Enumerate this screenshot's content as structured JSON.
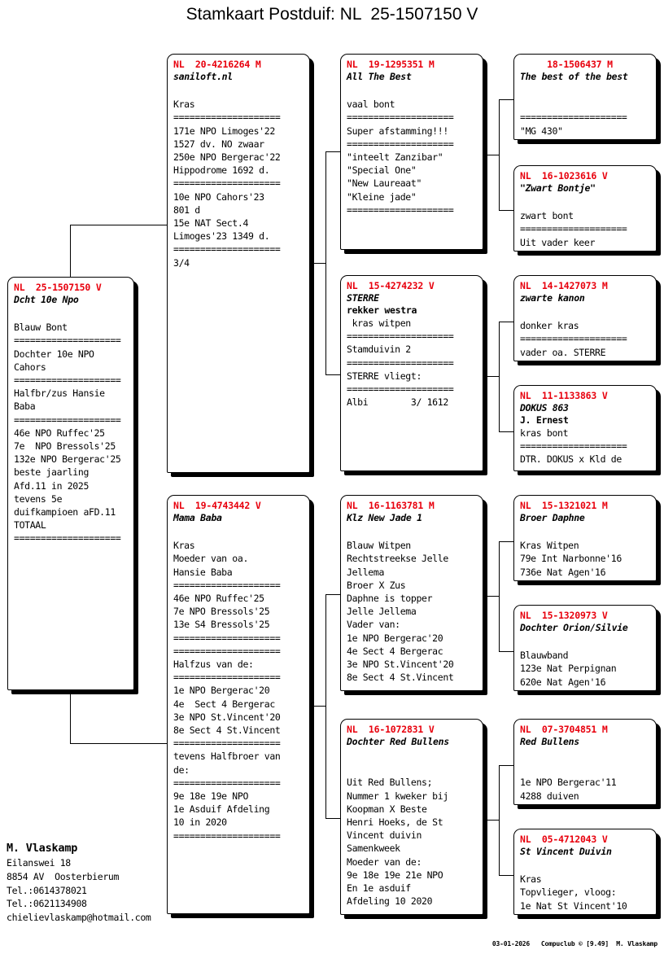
{
  "title": "Stamkaart Postduif: NL  25-1507150 V",
  "colors": {
    "ring_number": "#e8000d",
    "text": "#000000",
    "background": "#ffffff",
    "border": "#000000"
  },
  "subject": {
    "ring": "NL  25-1507150 V",
    "nickname": "Dcht 10e Npo",
    "details": "\nBlauw Bont\n====================\nDochter 10e NPO\nCahors\n====================\nHalfbr/zus Hansie\nBaba\n====================\n46e NPO Ruffec'25\n7e  NPO Bressols'25\n132e NPO Bergerac'25\nbeste jaarling\nAfd.11 in 2025\ntevens 5e\nduifkampioen aFD.11\nTOTAAL\n===================="
  },
  "generation2": [
    {
      "ring": "NL  20-4216264 M",
      "nickname": "saniloft.nl",
      "details": "\nKras\n====================\n171e NPO Limoges'22\n1527 dv. NO zwaar\n250e NPO Bergerac'22\nHippodrome 1692 d.\n====================\n10e NPO Cahors'23\n801 d\n15e NAT Sect.4\nLimoges'23 1349 d.\n====================\n3/4"
    },
    {
      "ring": "NL  19-4743442 V",
      "nickname": "Mama Baba",
      "details": "\nKras\nMoeder van oa.\nHansie Baba\n====================\n46e NPO Ruffec'25\n7e NPO Bressols'25\n13e S4 Bressols'25\n====================\n====================\nHalfzus van de:\n====================\n1e NPO Bergerac'20\n4e  Sect 4 Bergerac\n3e NPO St.Vincent'20\n8e Sect 4 St.Vincent\n====================\ntevens Halfbroer van\nde:\n====================\n9e 18e 19e NPO\n1e Asduif Afdeling\n10 in 2020\n===================="
    }
  ],
  "generation3": [
    {
      "ring": "NL  19-1295351 M",
      "nickname": "All The Best",
      "details": "\nvaal bont\n====================\nSuper afstamming!!!\n====================\n\"inteelt Zanzibar\"\n\"Special One\"\n\"New Laureaat\"\n\"Kleine jade\"\n===================="
    },
    {
      "ring": "NL  15-4274232 V",
      "nickname": "STERRE",
      "nickname2": "rekker westra",
      "details": " kras witpen\n====================\nStamduivin 2\n====================\nSTERRE vliegt:\n====================\nAlbi        3/ 1612"
    },
    {
      "ring": "NL  16-1163781 M",
      "nickname": "Klz New Jade 1",
      "details": "\nBlauw Witpen\nRechtstreekse Jelle\nJellema\nBroer X Zus\nDaphne is topper\nJelle Jellema\nVader van:\n1e NPO Bergerac'20\n4e Sect 4 Bergerac\n3e NPO St.Vincent'20\n8e Sect 4 St.Vincent"
    },
    {
      "ring": "NL  16-1072831 V",
      "nickname": "Dochter Red Bullens",
      "details": "\n\nUit Red Bullens;\nNummer 1 kweker bij\nKoopman X Beste\nHenri Hoeks, de St\nVincent duivin\nSamenkweek\nMoeder van de:\n9e 18e 19e 21e NPO\nEn 1e asduif\nAfdeling 10 2020"
    }
  ],
  "generation4": [
    {
      "ring": "18-1506437 M",
      "ring_centered": true,
      "nickname": "The best of the best",
      "details": "\n\n====================\n\"MG 430\""
    },
    {
      "ring": "NL  16-1023616 V",
      "nickname": "\"Zwart Bontje\"",
      "details": "\nzwart bont\n====================\nUit vader keer"
    },
    {
      "ring": "NL  14-1427073 M",
      "nickname": "zwarte kanon",
      "details": "\ndonker kras\n====================\nvader oa. STERRE"
    },
    {
      "ring": "NL  11-1133863 V",
      "nickname": "DOKUS 863",
      "nickname2": "J. Ernest",
      "details": "kras bont\n====================\nDTR. DOKUS x Kld de"
    },
    {
      "ring": "NL  15-1321021 M",
      "nickname": "Broer Daphne",
      "details": "\nKras Witpen\n79e Int Narbonne'16\n736e Nat Agen'16"
    },
    {
      "ring": "NL  15-1320973 V",
      "nickname": "Dochter Orion/Silvie",
      "details": "\nBlauwband\n123e Nat Perpignan\n620e Nat Agen'16"
    },
    {
      "ring": "NL  07-3704851 M",
      "nickname": "Red Bullens",
      "details": "\n\n1e NPO Bergerac'11\n4288 duiven"
    },
    {
      "ring": "NL  05-4712043 V",
      "nickname": "St Vincent Duivin",
      "details": "\nKras\nTopvlieger, vloog:\n1e Nat St Vincent'10"
    }
  ],
  "owner": {
    "name": "M. Vlaskamp",
    "address": "Eilanswei 18\n8854 AV  Oosterbierum\nTel.:0614378021\nTel.:0621134908\nchielievlaskamp@hotmail.com"
  },
  "footer": "03-01-2026   Compuclub © [9.49]  M. Vlaskamp"
}
